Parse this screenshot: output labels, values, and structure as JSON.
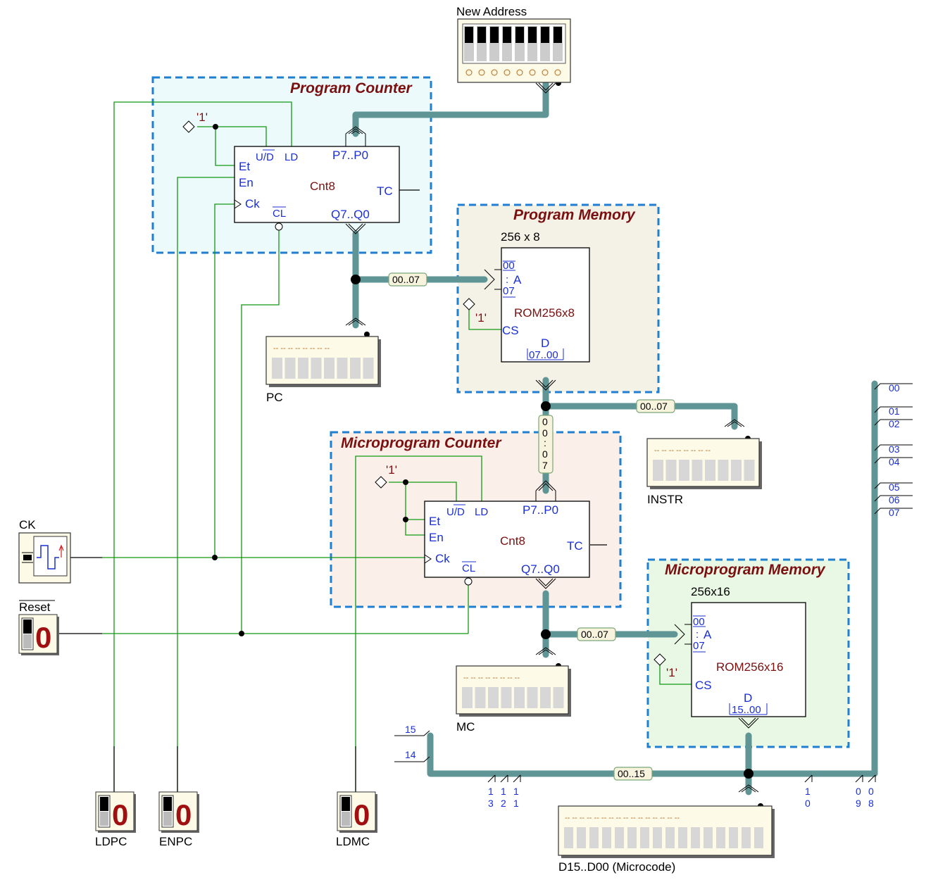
{
  "blocks": {
    "pc": {
      "title": "Program Counter",
      "chip": "Cnt8",
      "pin_ud": "U/D",
      "pin_ld": "LD",
      "pin_et": "Et",
      "pin_en": "En",
      "pin_ck": "Ck",
      "pin_cl": "CL",
      "pin_tc": "TC",
      "pin_p": "P7..P0",
      "pin_q": "Q7..Q0",
      "const": "'1'"
    },
    "pm": {
      "title": "Program Memory",
      "size": "256 x 8",
      "chip": "ROM256x8",
      "a_top": "00",
      "a_dots": ":",
      "a_label": "A",
      "a_bot": "07",
      "cs": "CS",
      "const": "'1'",
      "d": "D",
      "d_range": "07..00"
    },
    "mc": {
      "title": "Microprogram Counter",
      "chip": "Cnt8",
      "pin_ud": "U/D",
      "pin_ld": "LD",
      "pin_et": "Et",
      "pin_en": "En",
      "pin_ck": "Ck",
      "pin_cl": "CL",
      "pin_tc": "TC",
      "pin_p": "P7..P0",
      "pin_q": "Q7..Q0",
      "const": "'1'"
    },
    "mm": {
      "title": "Microprogram Memory",
      "size": "256x16",
      "chip": "ROM256x16",
      "a_top": "00",
      "a_dots": ":",
      "a_label": "A",
      "a_bot": "07",
      "cs": "CS",
      "const": "'1'",
      "d": "D",
      "d_range": "15..00"
    }
  },
  "io": {
    "new_address": "New Address",
    "ck": "CK",
    "reset": "Reset",
    "ldpc": "LDPC",
    "enpc": "ENPC",
    "ldmc": "LDMC",
    "pc_display": "PC",
    "instr_display": "INSTR",
    "mc_display": "MC",
    "micro_display": "D15..D00 (Microcode)",
    "switch_digit": "0"
  },
  "bus_labels": {
    "pc_to_rom": "00..07",
    "rom_to_instr": "00..07",
    "vertical": [
      "0",
      "0",
      ":",
      "0",
      "7"
    ],
    "mc_to_rom": "00..07",
    "micro_bus": "00..15"
  },
  "bit_taps": {
    "right": [
      "00",
      "01",
      "02",
      "03",
      "04",
      "05",
      "06",
      "07"
    ],
    "left_top": "15",
    "left_bot": "14",
    "bottom": [
      [
        "1",
        "3"
      ],
      [
        "1",
        "2"
      ],
      [
        "1",
        "1"
      ],
      [
        "1",
        "0"
      ],
      [
        "0",
        "9"
      ],
      [
        "0",
        "8"
      ]
    ]
  },
  "display": {
    "dash": "-- -- -- -- -- -- -- --",
    "dash16": "-- -- -- -- -- -- -- -- -- -- -- -- -- -- -- --"
  },
  "colors": {
    "bus": "#5f9595",
    "wire": "#139913",
    "region_border": "#1f7fd0",
    "pc_bg": "#ecfafc",
    "pm_bg": "#f4f1e6",
    "mc_bg": "#fbefea",
    "mm_bg": "#e9f8e4",
    "title": "#7a1010",
    "pin": "#1a2fd6"
  }
}
